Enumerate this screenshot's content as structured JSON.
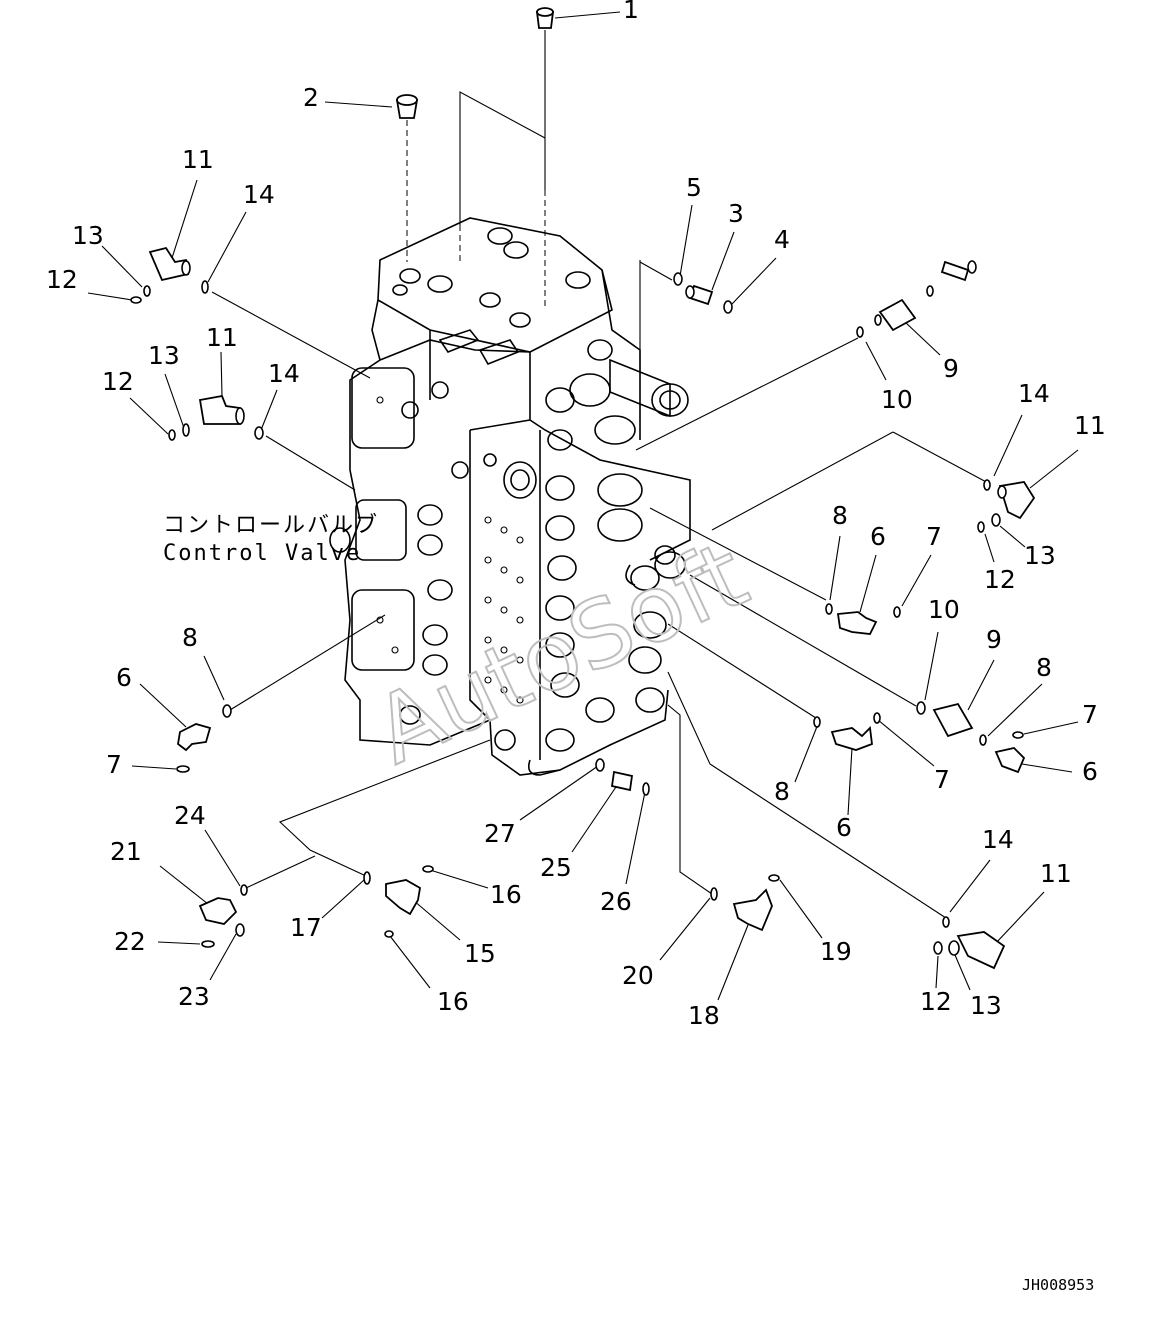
{
  "labels": {
    "control_valve_jp": "コントロールバルブ",
    "control_valve_en": "Control Valve",
    "drawing_code": "JH008953",
    "watermark": "AutoSoft"
  },
  "callouts": {
    "c1": "1",
    "c2": "2",
    "c3": "3",
    "c4": "4",
    "c5": "5",
    "c6a": "6",
    "c6b": "6",
    "c6c": "6",
    "c6d": "6",
    "c7a": "7",
    "c7b": "7",
    "c7c": "7",
    "c7d": "7",
    "c8a": "8",
    "c8b": "8",
    "c8c": "8",
    "c8d": "8",
    "c9a": "9",
    "c9b": "9",
    "c10a": "10",
    "c10b": "10",
    "c11a": "11",
    "c11b": "11",
    "c11c": "11",
    "c11d": "11",
    "c12a": "12",
    "c12b": "12",
    "c12c": "12",
    "c12d": "12",
    "c13a": "13",
    "c13b": "13",
    "c13c": "13",
    "c13d": "13",
    "c14a": "14",
    "c14b": "14",
    "c14c": "14",
    "c14d": "14",
    "c15": "15",
    "c16a": "16",
    "c16b": "16",
    "c17": "17",
    "c18": "18",
    "c19": "19",
    "c20": "20",
    "c21": "21",
    "c22": "22",
    "c23": "23",
    "c24": "24",
    "c25": "25",
    "c26": "26",
    "c27": "27"
  },
  "colors": {
    "ink": "#000000",
    "paper": "#ffffff",
    "watermark": "#bdbdbd"
  }
}
